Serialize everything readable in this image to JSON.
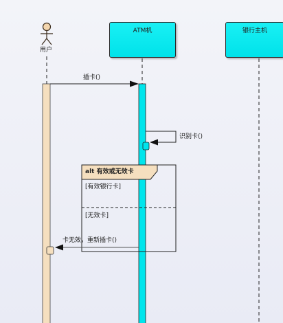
{
  "lifelines": {
    "user": "用户",
    "atm": "ATM机",
    "bank": "银行主机"
  },
  "messages": {
    "insert_card": "插卡()",
    "identify_card": "识别卡()",
    "reinsert": "卡无效，重新插卡()"
  },
  "fragment": {
    "title": "alt 有效或无效卡",
    "guard_valid": "[有效银行卡]",
    "guard_invalid": "[无效卡]"
  },
  "colors": {
    "lifeline_box": "#00e5ec",
    "user_activation": "#f5dfbf",
    "atm_activation": "#00e5ec",
    "fragment_tab": "#f5dfbf"
  }
}
